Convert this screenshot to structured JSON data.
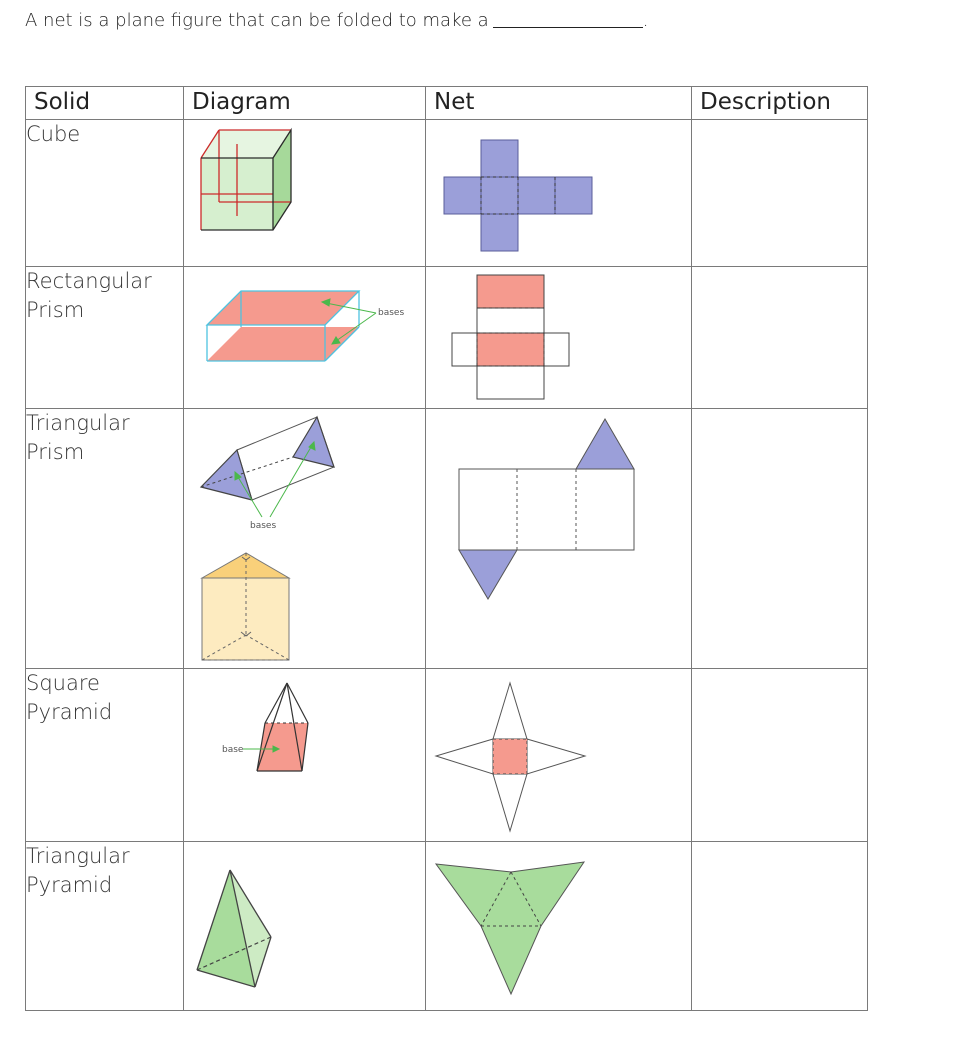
{
  "prompt": {
    "text": "A net is a plane figure that can be folded to make a",
    "end": "."
  },
  "table": {
    "headers": [
      "Solid",
      "Diagram",
      "Net",
      "Description"
    ],
    "rows": [
      {
        "solid_lines": [
          "Cube"
        ],
        "description": "",
        "diagram_labels": [],
        "colors": {
          "fill": "#d6efcf",
          "side": "#a6d99a",
          "edge": "#cc2a2a",
          "net": "#9b9fd9"
        }
      },
      {
        "solid_lines": [
          "Rectangular",
          "Prism"
        ],
        "description": "",
        "diagram_labels": [
          "bases"
        ],
        "colors": {
          "base": "#f59a8e",
          "edge": "#4ec3e0",
          "arrow": "#4bb84b"
        }
      },
      {
        "solid_lines": [
          "Triangular",
          "Prism"
        ],
        "description": "",
        "diagram_labels": [
          "bases"
        ],
        "colors": {
          "base": "#9b9fd9",
          "top": "#f9d07a",
          "body": "#fdebc0"
        }
      },
      {
        "solid_lines": [
          "Square",
          "Pyramid"
        ],
        "description": "",
        "diagram_labels": [
          "base"
        ],
        "colors": {
          "base": "#f59a8e",
          "arrow": "#4bb84b"
        }
      },
      {
        "solid_lines": [
          "Triangular",
          "Pyramid"
        ],
        "description": "",
        "diagram_labels": [],
        "colors": {
          "fill": "#a8dc9c",
          "light": "#cdebc4"
        }
      }
    ]
  }
}
